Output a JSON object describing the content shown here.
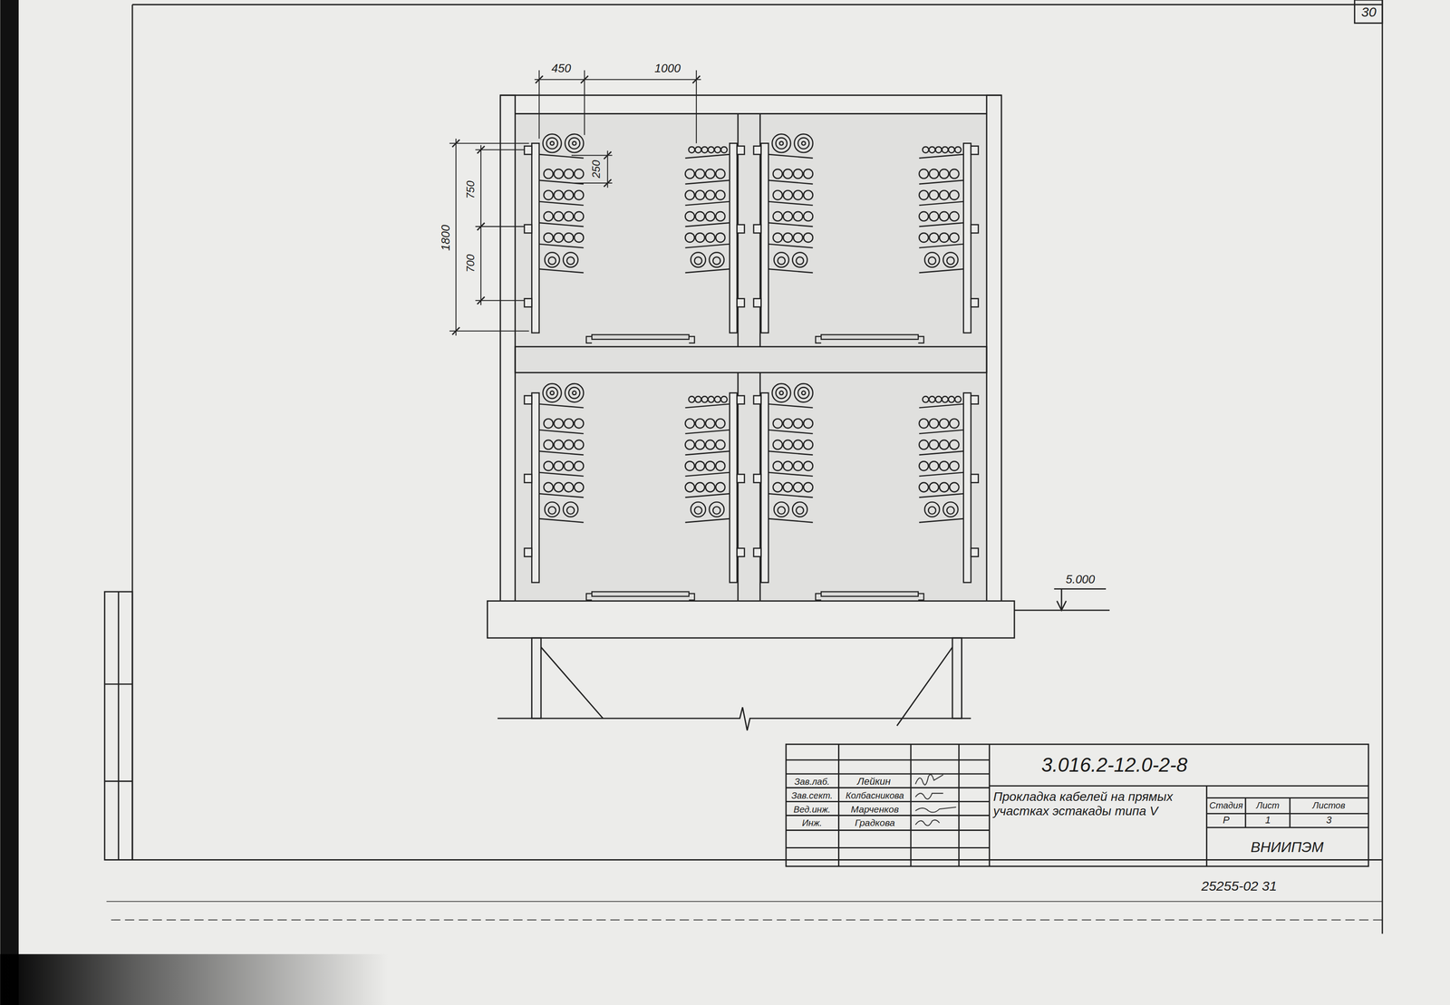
{
  "diagram": {
    "labels": [
      "30",
      "450",
      "1000",
      "250",
      "750",
      "700",
      "1800",
      "5.000",
      "Зав.лаб.",
      "Лейкин",
      "Зав.сект.",
      "Колбасникова",
      "Вед.инж.",
      "Марченков",
      "Инж.",
      "Градкова",
      "3.016.2-12.0-2-8",
      "Прокладка кабелей на прямых участках эстакады типа V",
      "Стадия",
      "Лист",
      "Листов",
      "Р",
      "1",
      "3",
      "ВНИИПЭМ",
      "25255-02 31"
    ]
  }
}
